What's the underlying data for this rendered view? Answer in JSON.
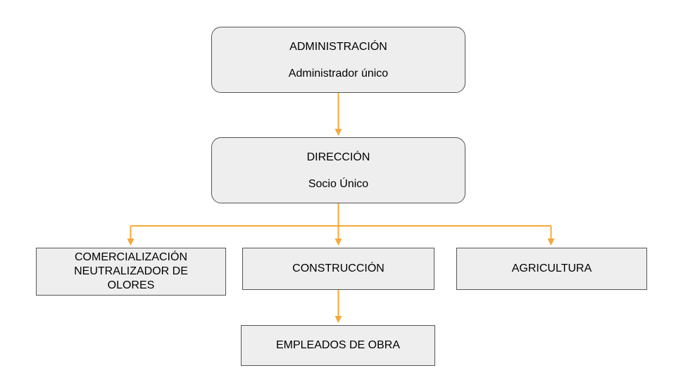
{
  "diagram": {
    "colors": {
      "connector": "#F4A93A",
      "box_fill": "#EEEEEE",
      "box_border": "#555555"
    },
    "nodes": {
      "administracion": {
        "title": "ADMINISTRACIÓN",
        "subtitle": "Administrador único"
      },
      "direccion": {
        "title": "DIRECCIÓN",
        "subtitle": "Socio Único"
      },
      "comercializacion": {
        "label": "COMERCIALIZACIÓN\nNEUTRALIZADOR DE\nOLORES"
      },
      "construccion": {
        "label": "CONSTRUCCIÓN"
      },
      "agricultura": {
        "label": "AGRICULTURA"
      },
      "empleados_obra": {
        "label": "EMPLEADOS DE OBRA"
      }
    },
    "edges": [
      {
        "from": "administracion",
        "to": "direccion"
      },
      {
        "from": "direccion",
        "to": "comercializacion"
      },
      {
        "from": "direccion",
        "to": "construccion"
      },
      {
        "from": "direccion",
        "to": "agricultura"
      },
      {
        "from": "construccion",
        "to": "empleados_obra"
      }
    ]
  }
}
